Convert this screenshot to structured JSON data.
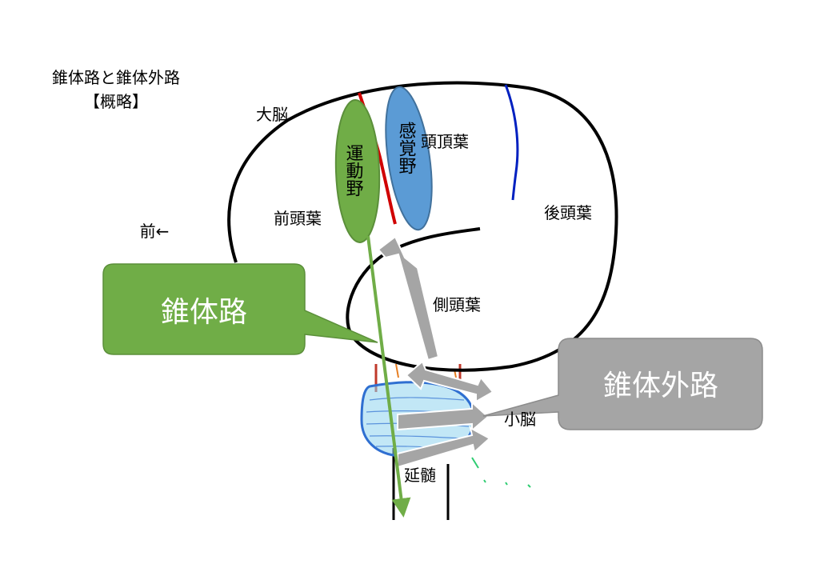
{
  "title": {
    "line1": "錐体路と錐体外路",
    "line2": "【概略】"
  },
  "labels": {
    "cerebrum": "大脳",
    "anterior": "前←",
    "frontal_lobe": "前頭葉",
    "parietal_lobe": "頭頂葉",
    "occipital_lobe": "後頭葉",
    "temporal_lobe": "側頭葉",
    "motor_area": "運動野",
    "sensory_area": "感覚野",
    "cerebellum": "小脳",
    "medulla": "延髄"
  },
  "callouts": {
    "pyramidal": "錐体路",
    "extrapyramidal": "錐体外路"
  },
  "colors": {
    "outline": "#000000",
    "motor_area": "#70ad47",
    "motor_area_border": "#5b8f3a",
    "sensory_area": "#5b9bd5",
    "sensory_area_border": "#41719c",
    "central_sulcus": "#d00000",
    "parieto_occipital_sulcus": "#0020c0",
    "pyramidal_callout": "#70ad47",
    "extrapyramidal_callout": "#a5a5a5",
    "pons_scribble": "#2f6fd1",
    "pons_fill": "#8fd3ee",
    "callout_text": "#ffffff"
  }
}
